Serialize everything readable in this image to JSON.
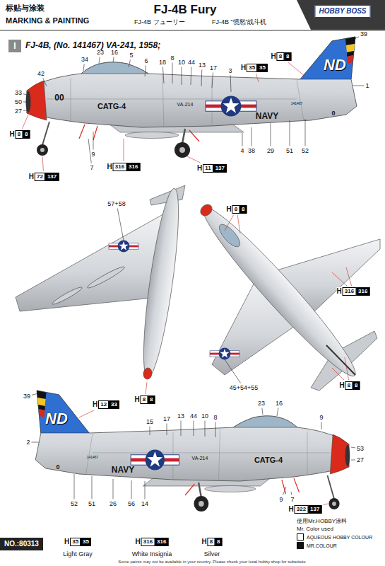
{
  "diagram": {
    "title": "FJ-4B Fury",
    "nodes": [
      {
        "text": [
          "HOBBY BOSS"
        ]
      },
      {
        "text": [
          "I"
        ]
      },
      {
        "text": [
          "H",
          "8",
          "8"
        ]
      },
      {
        "text": [
          "H",
          "35",
          "35"
        ]
      },
      {
        "text": [
          "H",
          "8",
          "8"
        ]
      },
      {
        "text": [
          "H",
          "72",
          "137"
        ]
      },
      {
        "text": [
          "H",
          "316",
          "316"
        ]
      },
      {
        "text": [
          "H",
          "11",
          "137"
        ]
      },
      {
        "text": [
          "H",
          "8",
          "8"
        ]
      },
      {
        "text": [
          "H",
          "316",
          "316"
        ]
      },
      {
        "text": [
          "H",
          "8",
          "8"
        ]
      },
      {
        "text": [
          "H",
          "12",
          "33"
        ]
      },
      {
        "text": [
          "H",
          "8",
          "8"
        ]
      },
      {
        "text": [
          "H",
          "322",
          "137"
        ]
      },
      {
        "text": [
          "NO.:80313"
        ]
      },
      {
        "text": [
          "H",
          "35",
          "35"
        ]
      },
      {
        "text": [
          "H",
          "316",
          "316"
        ]
      },
      {
        "text": [
          "H",
          "8",
          "8"
        ]
      }
    ],
    "labels": [
      "标贴与涂装",
      "MARKING & PAINTING",
      "FJ-4B フューリー",
      "FJ-4B “愤怒”战斗机",
      "FJ-4B, (No. 141467) VA-241, 1958;",
      "42",
      "34",
      "23",
      "16",
      "5",
      "6",
      "18",
      "8",
      "10",
      "44",
      "13",
      "17",
      "3",
      "39",
      "1",
      "33",
      "50",
      "27",
      "9",
      "7",
      "4",
      "38",
      "29",
      "51",
      "52",
      "00",
      "CATG-4",
      "VA-214",
      "NAVY",
      "ND",
      "141467",
      "0",
      "57+58",
      "45+54+55",
      "39",
      "2",
      "15",
      "17",
      "13",
      "44",
      "10",
      "8",
      "23",
      "16",
      "9",
      "53",
      "27",
      "52",
      "51",
      "26",
      "56",
      "14",
      "9",
      "7",
      "CATG-4",
      "VA-214",
      "NAVY",
      "ND",
      "141467",
      "0",
      "Light Gray",
      "White Insignia",
      "Silver",
      "使用Mr.HOBBY涂料",
      "Mr. Color used",
      "Some paints may not be available in your country. Please check your local hobby shop for substitute"
    ],
    "legend": [
      {
        "text": "AQUEOUS HOBBY COLOUR",
        "color": "#ffffff"
      },
      {
        "text": "MR.COLOUR",
        "color": "#111111"
      }
    ]
  }
}
